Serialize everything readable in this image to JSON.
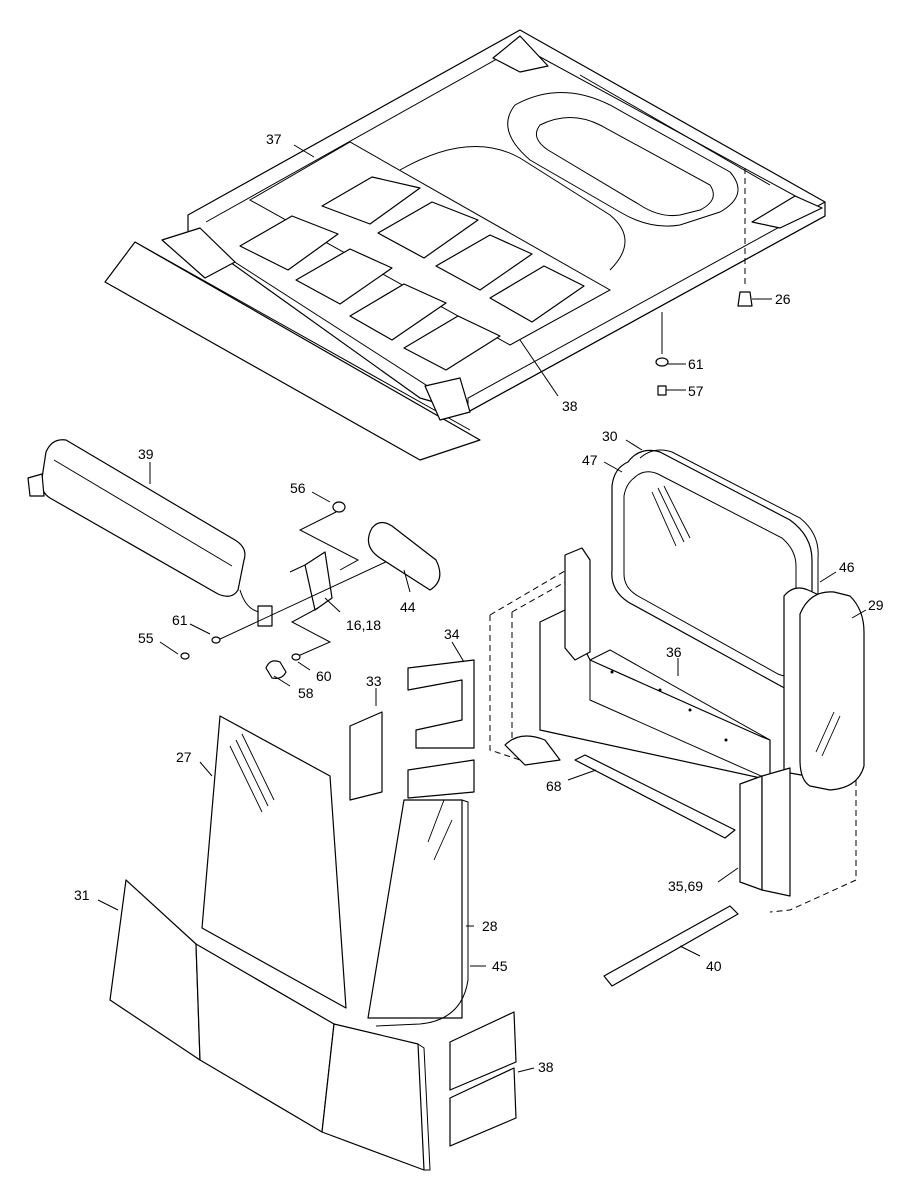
{
  "callouts": [
    {
      "id": "c37",
      "text": "37"
    },
    {
      "id": "c26",
      "text": "26"
    },
    {
      "id": "c61a",
      "text": "61"
    },
    {
      "id": "c57",
      "text": "57"
    },
    {
      "id": "c38a",
      "text": "38"
    },
    {
      "id": "c39",
      "text": "39"
    },
    {
      "id": "c56",
      "text": "56"
    },
    {
      "id": "c44",
      "text": "44"
    },
    {
      "id": "c1618",
      "text": "16,18"
    },
    {
      "id": "c61b",
      "text": "61"
    },
    {
      "id": "c55",
      "text": "55"
    },
    {
      "id": "c60",
      "text": "60"
    },
    {
      "id": "c58",
      "text": "58"
    },
    {
      "id": "c30",
      "text": "30"
    },
    {
      "id": "c47",
      "text": "47"
    },
    {
      "id": "c46",
      "text": "46"
    },
    {
      "id": "c29",
      "text": "29"
    },
    {
      "id": "c36",
      "text": "36"
    },
    {
      "id": "c34",
      "text": "34"
    },
    {
      "id": "c33",
      "text": "33"
    },
    {
      "id": "c27",
      "text": "27"
    },
    {
      "id": "c68",
      "text": "68"
    },
    {
      "id": "c3569",
      "text": "35,69"
    },
    {
      "id": "c31",
      "text": "31"
    },
    {
      "id": "c28",
      "text": "28"
    },
    {
      "id": "c45",
      "text": "45"
    },
    {
      "id": "c40",
      "text": "40"
    },
    {
      "id": "c38b",
      "text": "38"
    }
  ]
}
